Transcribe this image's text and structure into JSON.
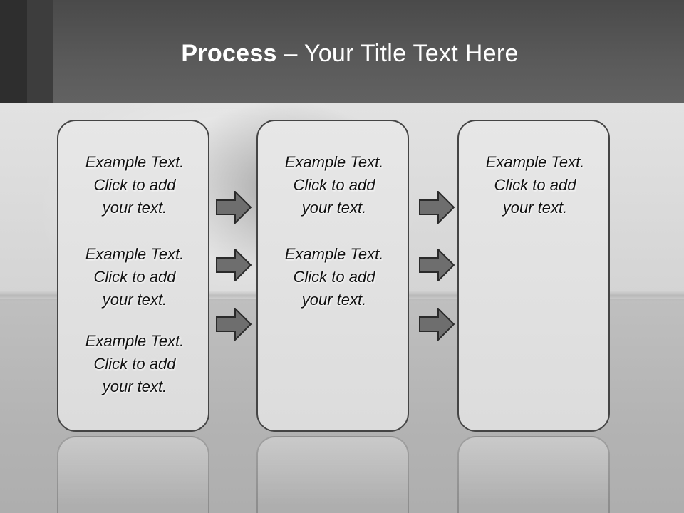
{
  "slide": {
    "title_bold": "Process",
    "title_rest": "  – Your Title Text Here"
  },
  "columns": [
    {
      "items": [
        {
          "text": "Example Text.\nClick  to add\nyour text."
        },
        {
          "text": "Example Text.\nClick  to add\nyour text."
        },
        {
          "text": "Example Text.\nClick  to add\nyour text."
        }
      ]
    },
    {
      "items": [
        {
          "text": "Example Text.\nClick  to add\nyour text."
        },
        {
          "text": "Example Text.\nClick  to add\nyour text."
        }
      ]
    },
    {
      "items": [
        {
          "text": "Example Text.\nClick  to add\nyour text."
        }
      ]
    }
  ],
  "colors": {
    "box_border": "#444444",
    "arrow_fill": "#6e6e6e",
    "arrow_stroke": "#2a2a2a"
  },
  "icons": [
    "right-arrow-icon"
  ]
}
